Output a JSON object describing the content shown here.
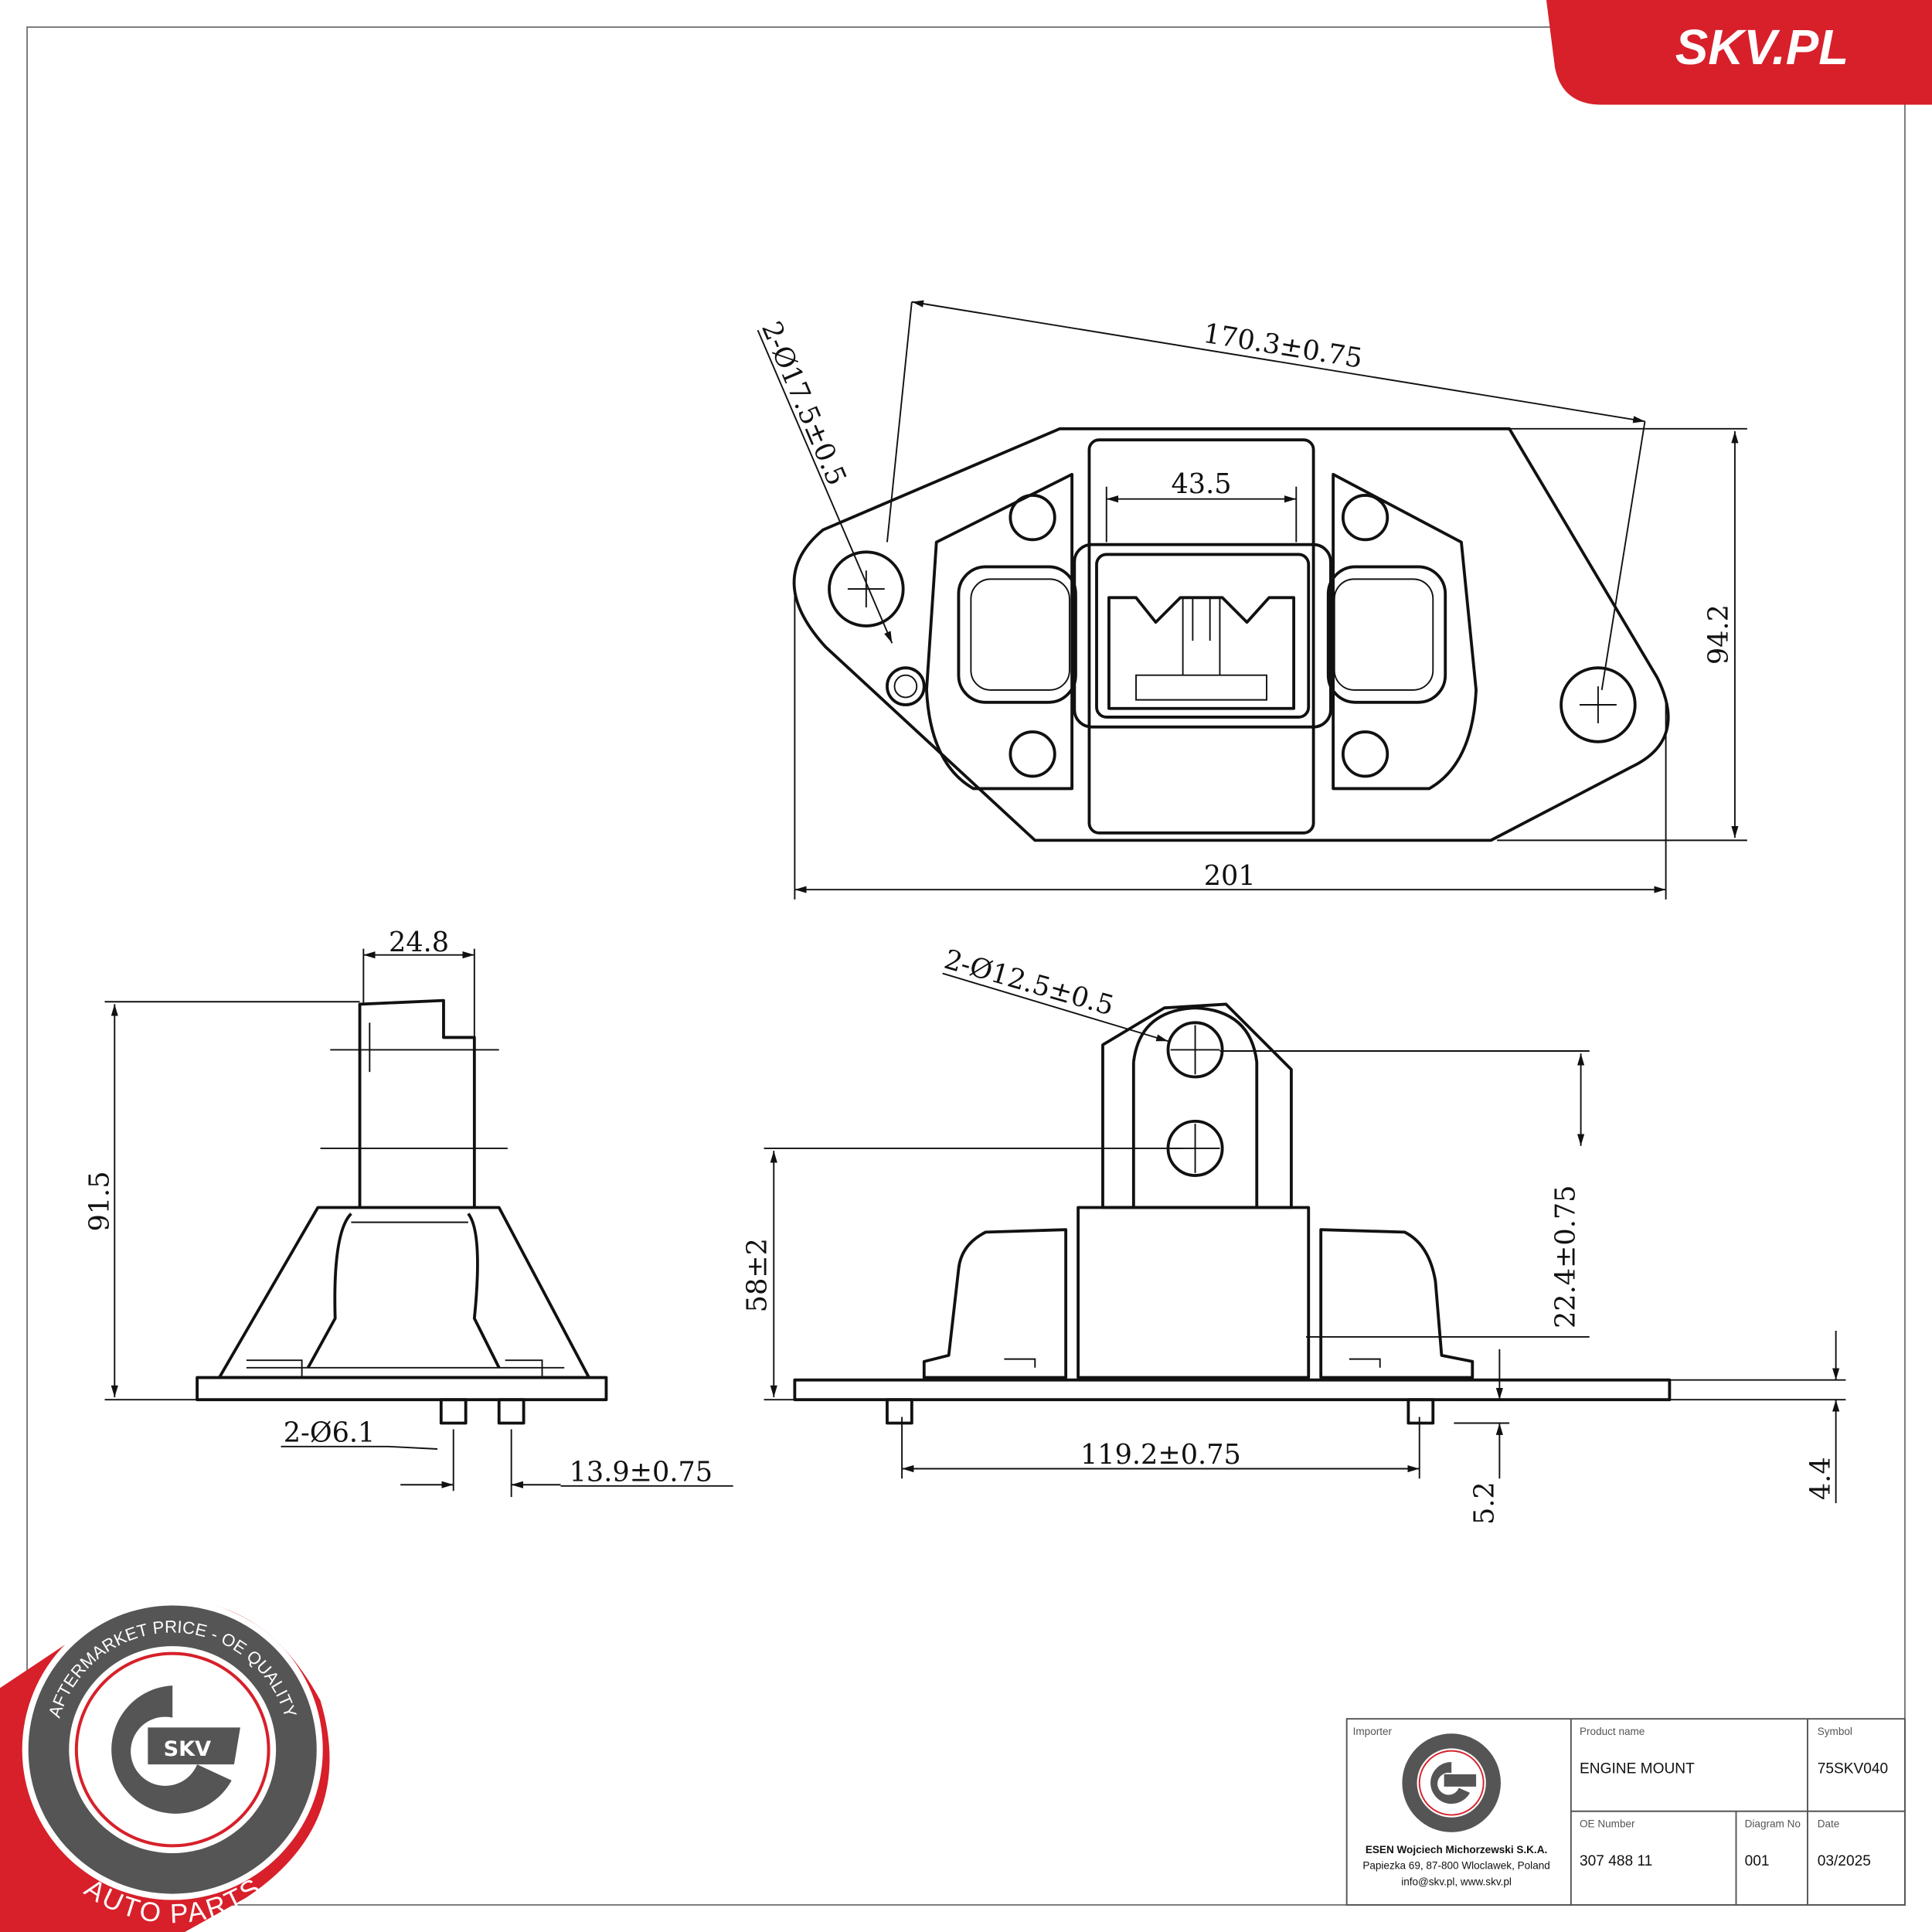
{
  "brand": {
    "logo_text": "SKV.PL",
    "accent_color": "#d7202a"
  },
  "stamp": {
    "top_text": "AFTERMARKET PRICE - OE QUALITY",
    "bottom_text": "AUTO PARTS",
    "center_text": "SKV",
    "colors": {
      "ring": "#555555",
      "accent": "#d7202a"
    }
  },
  "dimensions": {
    "top_view": {
      "hole_spacing": "170.3±0.75",
      "hole_diameter": "2-Ø17.5±0.5",
      "connector_width": "43.5",
      "height": "94.2",
      "length": "201"
    },
    "side_view": {
      "column_width": "24.8",
      "total_height": "91.5",
      "pin_diameter": "2-Ø6.1",
      "pin_spacing": "13.9±0.75"
    },
    "front_view": {
      "hole_diameter": "2-Ø12.5±0.5",
      "height": "58±2",
      "hole_offset": "22.4±0.75",
      "pin_spacing": "119.2±0.75",
      "pin_length": "5.2",
      "plate_thickness": "4.4"
    }
  },
  "title_block": {
    "importer_label": "Importer",
    "importer_name": "ESEN Wojciech Michorzewski S.K.A.",
    "importer_address": "Papiezka 69, 87-800 Wloclawek, Poland",
    "importer_contact": "info@skv.pl, www.skv.pl",
    "product_name_label": "Product name",
    "product_name": "ENGINE MOUNT",
    "symbol_label": "Symbol",
    "symbol": "75SKV040",
    "oe_number_label": "OE Number",
    "oe_number": "307 488 11",
    "diagram_no_label": "Diagram No",
    "diagram_no": "001",
    "date_label": "Date",
    "date": "03/2025"
  }
}
